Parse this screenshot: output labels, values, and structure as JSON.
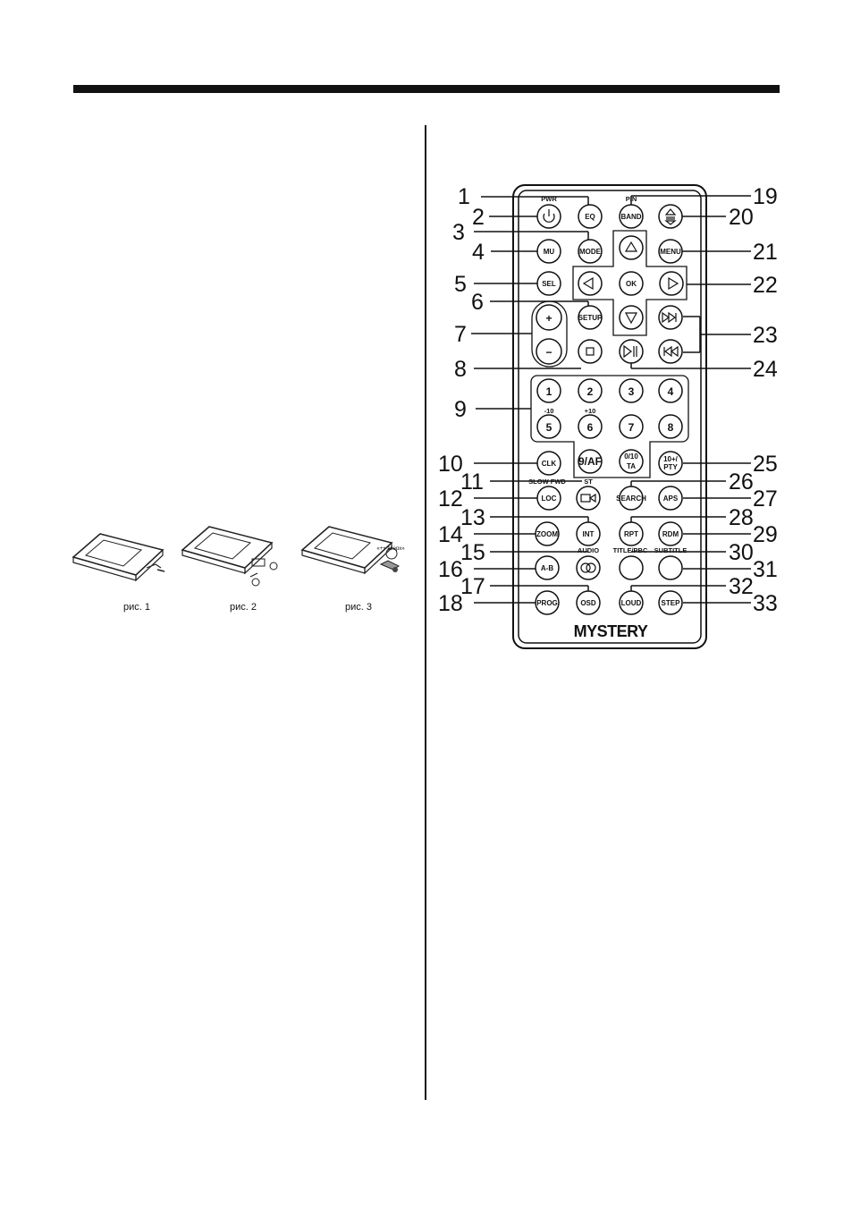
{
  "remote": {
    "brand": "MYSTERY",
    "callouts": [
      "1",
      "2",
      "3",
      "4",
      "5",
      "6",
      "7",
      "8",
      "9",
      "10",
      "11",
      "12",
      "13",
      "14",
      "15",
      "16",
      "17",
      "18",
      "19",
      "20",
      "21",
      "22",
      "23",
      "24",
      "25",
      "26",
      "27",
      "28",
      "29",
      "30",
      "31",
      "32",
      "33"
    ],
    "button_labels": {
      "pwr": "PWR",
      "eq": "EQ",
      "pn": "P/N",
      "band": "BAND",
      "mu": "MU",
      "mode": "MODE",
      "menu": "MENU",
      "sel": "SEL",
      "ok": "OK",
      "setup": "SETUP",
      "plus": "+",
      "minus": "−",
      "num1": "1",
      "num2": "2",
      "num3": "3",
      "num4": "4",
      "minus10": "-10",
      "plus10": "+10",
      "num5": "5",
      "num6": "6",
      "num7": "7",
      "num8": "8",
      "clk": "CLK",
      "af": "9/AF",
      "ta_top": "0/10",
      "ta_bot": "TA",
      "pty_top": "10+/",
      "pty_bot": "PTY",
      "slow_fwd": "SLOW FWD",
      "st": "ST",
      "loc": "LOC",
      "search": "SEARCH",
      "aps": "APS",
      "zoom": "ZOOM",
      "int": "INT",
      "rpt": "RPT",
      "rdm": "RDM",
      "audio": "AUDIO",
      "title_pbc": "TITLE/PBC",
      "subtitle": "SUBTITLE",
      "ab": "A-B",
      "prog": "PROG",
      "osd": "OSD",
      "loud": "LOUD",
      "step": "STEP"
    }
  },
  "battery_figures": {
    "captions": [
      "рис. 1",
      "рис. 2",
      "рис. 3"
    ],
    "fig3_note": "«++ вверх»"
  }
}
